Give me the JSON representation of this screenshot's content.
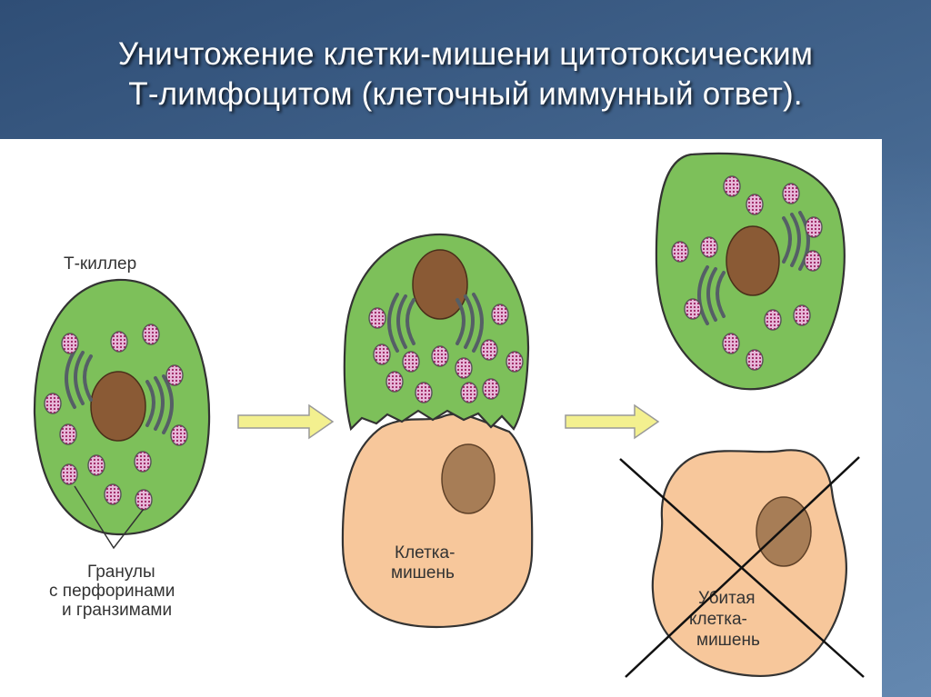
{
  "title": {
    "line1": "Уничтожение клетки-мишени цитотоксическим",
    "line2": "Т-лимфоцитом (клеточный иммунный ответ)."
  },
  "labels": {
    "tkiller": "Т-киллер",
    "granules": [
      "Гранулы",
      "с перфоринами",
      "и гранзимами"
    ],
    "target": [
      "Клетка-",
      "мишень"
    ],
    "killed": [
      "Убитая",
      "клетка-",
      "мишень"
    ]
  },
  "colors": {
    "background": "#3e5f86",
    "killer_cytoplasm": "#7dc05a",
    "target_cytoplasm": "#f7c79b",
    "nucleus": "#8a5a35",
    "target_nucleus": "#a77d56",
    "granule": "#e7b8d9",
    "arrow": "#f3f08f"
  }
}
